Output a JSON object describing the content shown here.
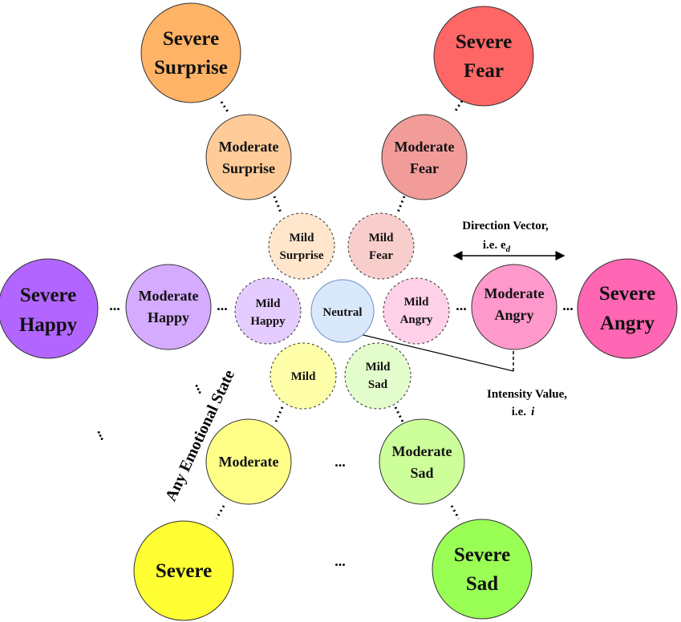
{
  "nodes": {
    "neutral": {
      "label": "Neutral",
      "color": "#dae8fc"
    },
    "mild_surprise": {
      "line1": "Mild",
      "line2": "Surprise",
      "color": "#ffe6cc"
    },
    "mild_fear": {
      "line1": "Mild",
      "line2": "Fear",
      "color": "#f8cecc"
    },
    "mild_happy": {
      "line1": "Mild",
      "line2": "Happy",
      "color": "#e5ccff"
    },
    "mild_angry": {
      "line1": "Mild",
      "line2": "Angry",
      "color": "#ffd1e8"
    },
    "mild": {
      "label": "Mild",
      "color": "#ffffaa"
    },
    "mild_sad": {
      "line1": "Mild",
      "line2": "Sad",
      "color": "#e2fccb"
    },
    "moderate_surprise": {
      "line1": "Moderate",
      "line2": "Surprise",
      "color": "#ffcc99"
    },
    "moderate_fear": {
      "line1": "Moderate",
      "line2": "Fear",
      "color": "#f19c99"
    },
    "moderate_happy": {
      "line1": "Moderate",
      "line2": "Happy",
      "color": "#d5abff"
    },
    "moderate_angry": {
      "line1": "Moderate",
      "line2": "Angry",
      "color": "#ff99cc"
    },
    "moderate": {
      "label": "Moderate",
      "color": "#ffff88"
    },
    "moderate_sad": {
      "line1": "Moderate",
      "line2": "Sad",
      "color": "#ccff99"
    },
    "severe_surprise": {
      "line1": "Severe",
      "line2": "Surprise",
      "color": "#ffb366"
    },
    "severe_fear": {
      "line1": "Severe",
      "line2": "Fear",
      "color": "#ff6666"
    },
    "severe_happy": {
      "line1": "Severe",
      "line2": "Happy",
      "color": "#b266ff"
    },
    "severe_angry": {
      "line1": "Severe",
      "line2": "Angry",
      "color": "#ff66b3"
    },
    "severe": {
      "label": "Severe",
      "color": "#ffff33"
    },
    "severe_sad": {
      "line1": "Severe",
      "line2": "Sad",
      "color": "#99ff55"
    }
  },
  "annotations": {
    "direction_line1": "Direction Vector,",
    "direction_line2": "i.e. e",
    "direction_sub": "d",
    "intensity_line1": "Intensity Value,",
    "intensity_line2": "i.e.",
    "intensity_var": "i",
    "any_state": "Any Emotional State",
    "ellipsis": "..."
  }
}
